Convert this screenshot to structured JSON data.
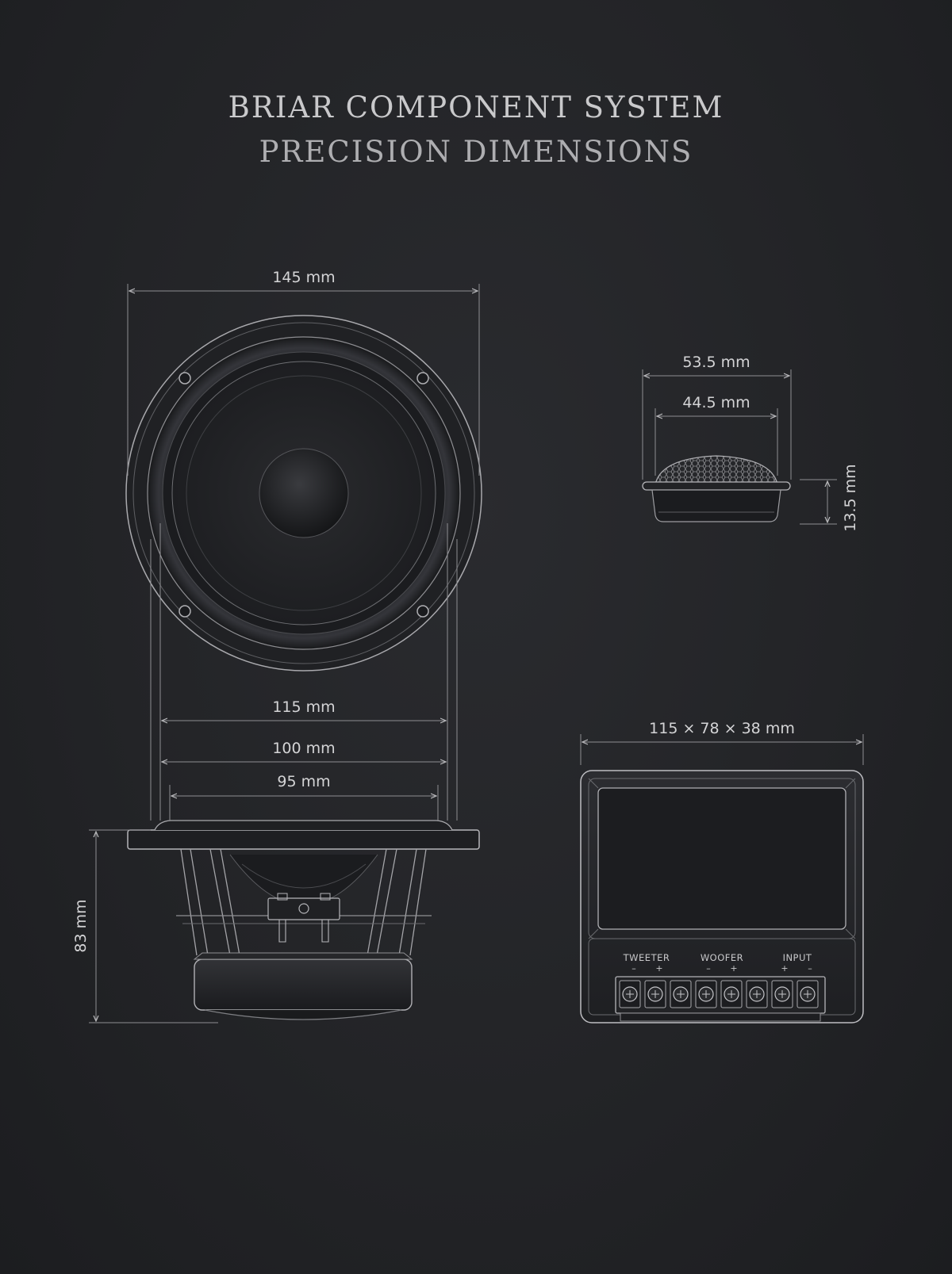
{
  "header": {
    "title": "BRIAR COMPONENT SYSTEM",
    "subtitle": "PRECISION DIMENSIONS"
  },
  "woofer": {
    "outer_diameter": "145 mm",
    "dim_115": "115 mm",
    "dim_100": "100 mm",
    "dim_95": "95 mm",
    "depth": "83 mm"
  },
  "tweeter": {
    "flange_diameter": "53.5 mm",
    "dome_diameter": "44.5 mm",
    "height": "13.5 mm"
  },
  "crossover": {
    "size": "115 × 78 × 38 mm",
    "terminal_groups": [
      "TWEETER",
      "WOOFER",
      "INPUT"
    ],
    "terminal_signs": [
      "–",
      "+",
      "–",
      "+",
      "+",
      "–"
    ]
  },
  "colors": {
    "background": "#232427",
    "line": "#c8c8ca",
    "text": "#d4d4d6"
  }
}
